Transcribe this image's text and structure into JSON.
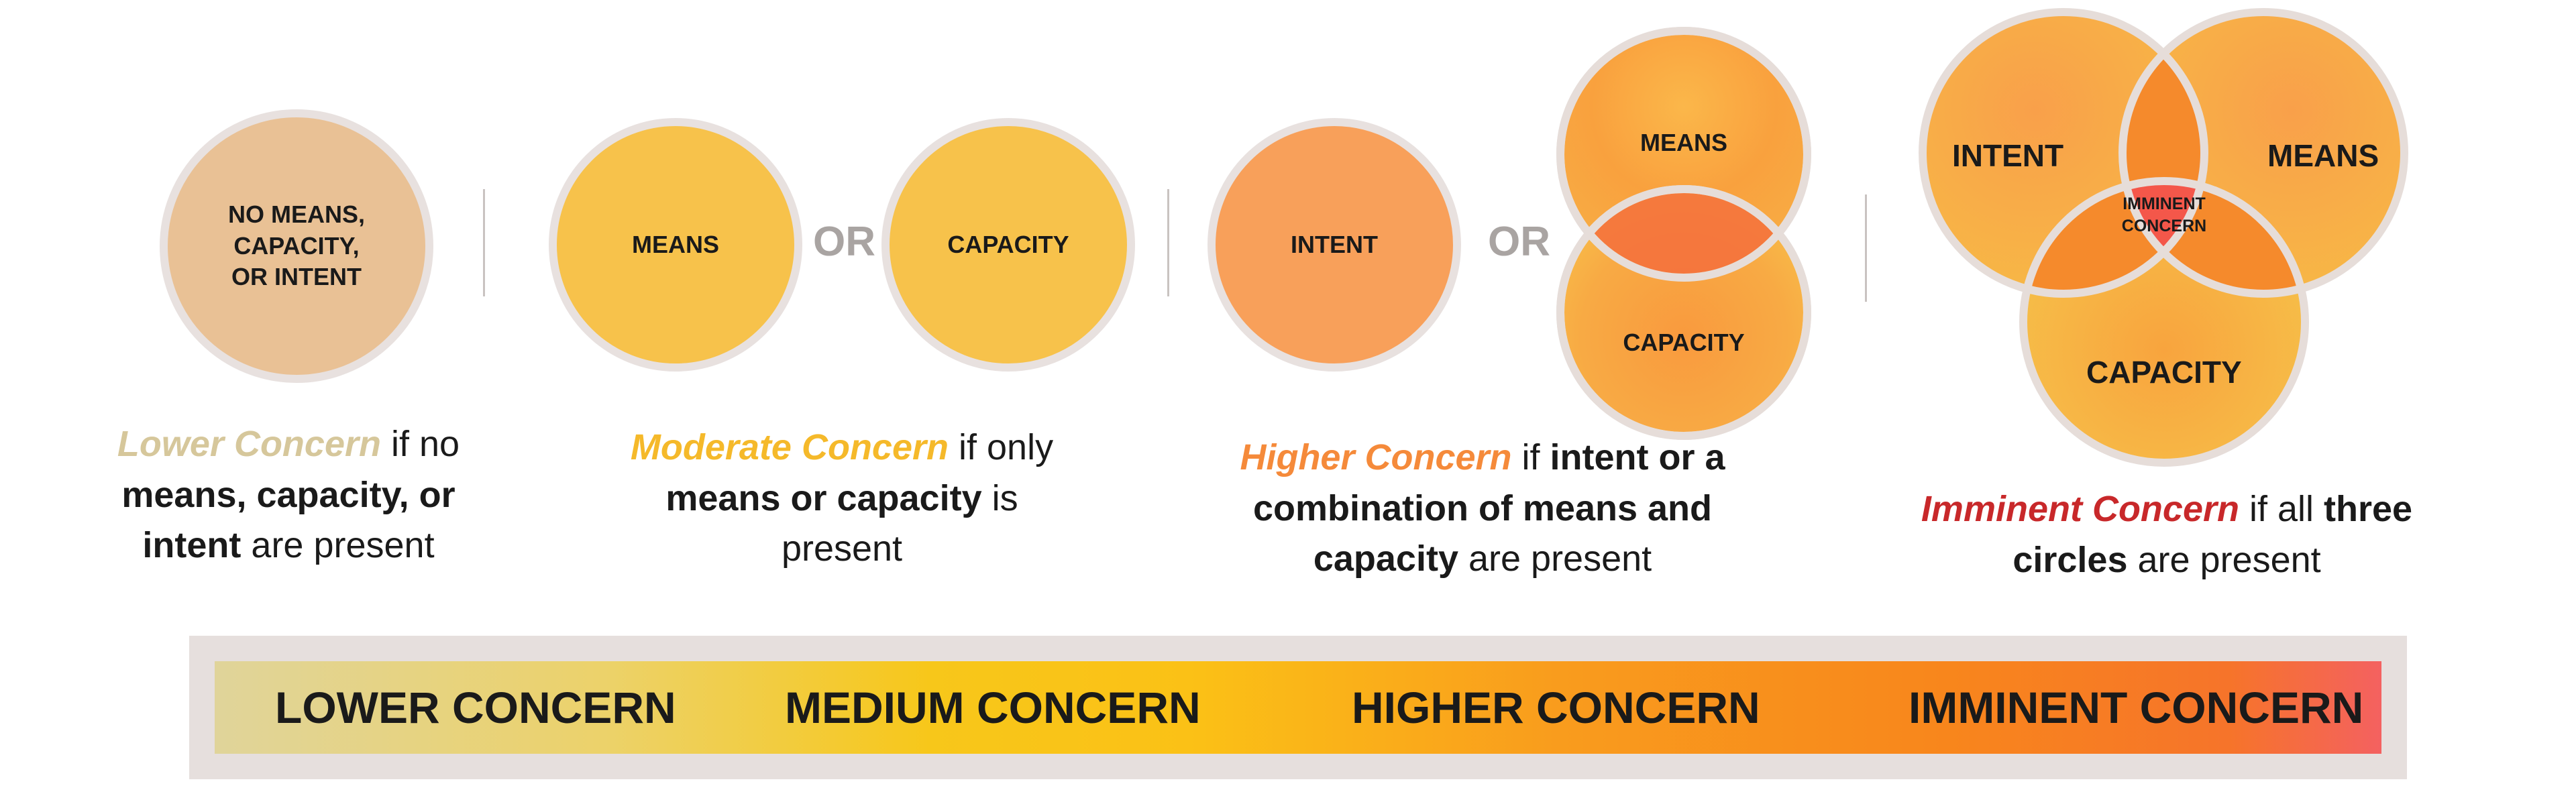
{
  "panel1": {
    "circle_label": "NO MEANS,\nCAPACITY,\nOR INTENT",
    "caption": {
      "emph": "Lower Concern",
      "part1": " if no",
      "bold": "means, capacity, or intent",
      "part2": " are present"
    }
  },
  "panel2": {
    "circle_a": "MEANS",
    "or": "OR",
    "circle_b": "CAPACITY",
    "caption": {
      "emph": "Moderate Concern",
      "part1": " if only ",
      "bold": "means or capacity",
      "part2": " is present"
    }
  },
  "panel3": {
    "circle_a": "INTENT",
    "or": "OR",
    "circle_top": "MEANS",
    "circle_bottom": "CAPACITY",
    "caption": {
      "emph": "Higher Concern",
      "part1": " if ",
      "bold": "intent or a combination of means and capacity",
      "part2": " are present"
    }
  },
  "panel4": {
    "intent": "INTENT",
    "means": "MEANS",
    "capacity": "CAPACITY",
    "center": "IMMINENT\nCONCERN",
    "caption": {
      "emph": "Imminent Concern",
      "part1": " if all ",
      "bold": "three circles",
      "part2": " are present"
    }
  },
  "scale": {
    "labels": [
      "LOWER CONCERN",
      "MEDIUM CONCERN",
      "HIGHER CONCERN",
      "IMMINENT CONCERN"
    ]
  },
  "colors": {
    "lower": "#d6c79b",
    "moderate": "#f5b92a",
    "higher": "#f58a3a",
    "imminent": "#c8282a"
  }
}
